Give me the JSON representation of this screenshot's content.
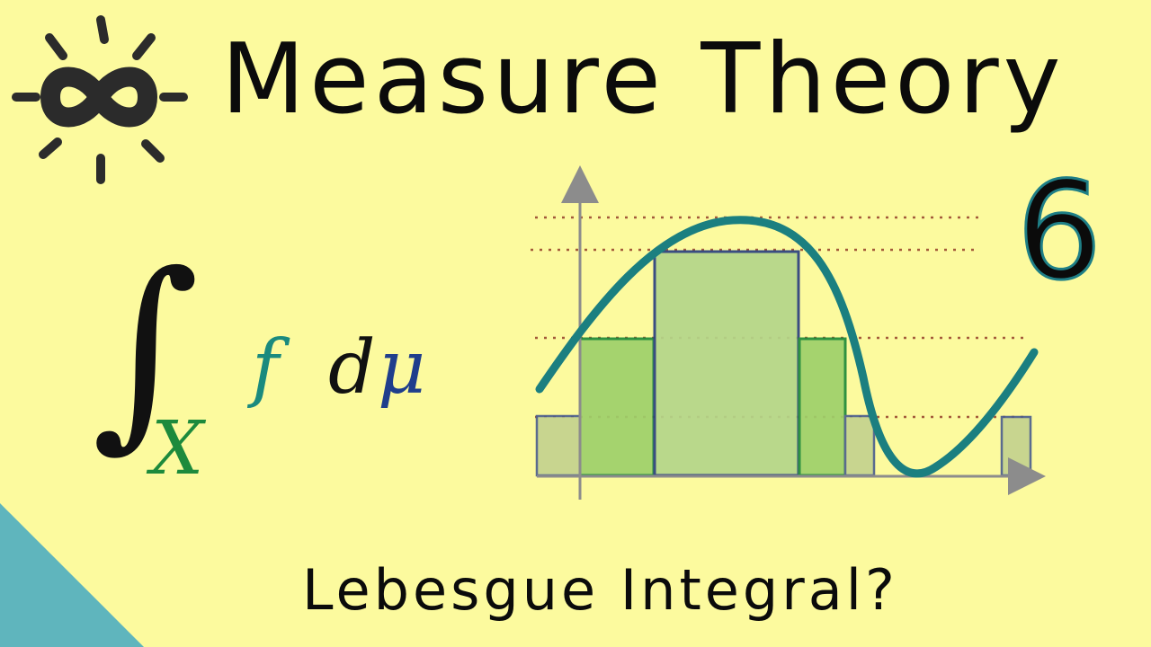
{
  "title": "Measure Theory",
  "episode_number": "6",
  "formula": {
    "integral": "∫",
    "domain": "X",
    "integrand": "f",
    "differential": "d",
    "measure": "μ"
  },
  "subtitle": "Lebesgue Integral?",
  "colors": {
    "background": "#fcfa9e",
    "corner_wave": "#5fb5bd",
    "logo": "#2b2b2b",
    "curve": "#1b7f80",
    "integrand": "#1a8a7e",
    "domain": "#1d8a3c",
    "measure": "#1f3e8c",
    "level_lines": "#a35a3a",
    "axis": "#8c8c8c",
    "rect_light": "#b4d68a",
    "rect_medium": "#9ed06a",
    "rect_dark_border": "#1e8a3a",
    "rect_blue_border": "#2a3f80",
    "rect_gray": "#c4d28e"
  },
  "icons": {
    "logo": "sun-infinity-icon"
  }
}
